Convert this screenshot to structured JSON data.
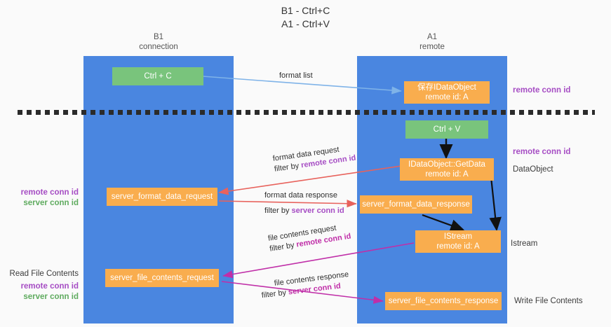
{
  "title": {
    "line1": "B1 - Ctrl+C",
    "line2": "A1 - Ctrl+V"
  },
  "lanes": [
    {
      "id": "b1",
      "name": "B1",
      "sub": "connection"
    },
    {
      "id": "a1",
      "name": "A1",
      "sub": "remote"
    }
  ],
  "nodes": {
    "ctrl_c": {
      "line1": "Ctrl + C",
      "line2": ""
    },
    "save_idataobject": {
      "line1": "保存IDataObject",
      "line2": "remote id: A"
    },
    "ctrl_v": {
      "line1": "Ctrl + V",
      "line2": ""
    },
    "idataobject_getdata": {
      "line1": "IDataObject::GetData",
      "line2": "remote id: A"
    },
    "server_format_data_request": {
      "line1": "server_format_data_request",
      "line2": ""
    },
    "server_format_data_response": {
      "line1": "server_format_data_response",
      "line2": ""
    },
    "istream": {
      "line1": "IStream",
      "line2": "remote id: A"
    },
    "server_file_contents_request": {
      "line1": "server_file_contents_request",
      "line2": ""
    },
    "server_file_contents_response": {
      "line1": "server_file_contents_response",
      "line2": ""
    }
  },
  "annotations": {
    "right_remote_conn_id_top": "remote conn id",
    "right_remote_conn_id_mid": "remote conn id",
    "right_dataobject": "DataObject",
    "right_istream": "Istream",
    "right_write_file_contents": "Write File Contents",
    "left_remote_conn_id_mid": "remote conn id",
    "left_server_conn_id_mid": "server conn id",
    "left_read_file_contents": "Read File Contents",
    "left_remote_conn_id_bottom": "remote conn id",
    "left_server_conn_id_bottom": "server conn id"
  },
  "edges": {
    "format_list": {
      "label": "format list"
    },
    "format_data_request": {
      "line1": "format data request",
      "filter_prefix": "filter by ",
      "filter_kw": "remote conn id"
    },
    "format_data_response": {
      "line1": "format data response",
      "filter_prefix": "filter by ",
      "filter_kw": "server conn id"
    },
    "file_contents_request": {
      "line1": "file contents request",
      "filter_prefix": "filter by ",
      "filter_kw": "remote conn id"
    },
    "file_contents_response": {
      "line1": "file contents response",
      "filter_prefix": "filter by ",
      "filter_kw": "server conn id"
    }
  },
  "colors": {
    "lane": "#4a86e0",
    "green_node": "#79c47c",
    "orange_node": "#f9ad4e",
    "purple_text": "#a64dc4",
    "green_text": "#5fab5f",
    "magenta_text": "#c02fa8",
    "arrow_light_blue": "#7fb3e8",
    "arrow_red": "#e8625c",
    "arrow_magenta": "#c02fa8",
    "arrow_black": "#111111",
    "background": "#fafafa"
  }
}
